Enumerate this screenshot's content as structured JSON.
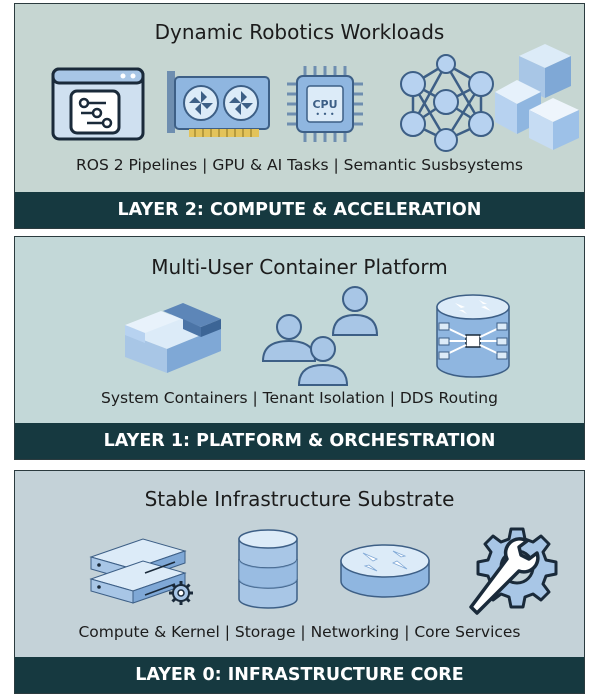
{
  "colors": {
    "layer2_bg": "#c6d6d2",
    "layer1_bg": "#c3d8d8",
    "layer0_bg": "#c4d2d8",
    "bar_bg": "#163940",
    "icon_blue": "#9cc0ea",
    "icon_outline": "#1a2a3a"
  },
  "layers": [
    {
      "title": "Dynamic Robotics Workloads",
      "subtitle": "ROS 2 Pipelines  |  GPU & AI Tasks  |  Semantic Susbsystems",
      "bar_label": "LAYER 2: COMPUTE & ACCELERATION",
      "icons": [
        "pipeline-window-icon",
        "gpu-card-icon",
        "cpu-chip-icon",
        "neural-network-icon",
        "cubes-icon"
      ],
      "cpu_label": "CPU"
    },
    {
      "title": "Multi-User Container Platform",
      "subtitle": "System Containers  |  Tenant Isolation  |  DDS Routing",
      "bar_label": "LAYER 1: PLATFORM & ORCHESTRATION",
      "icons": [
        "container-stack-icon",
        "users-icon",
        "router-switch-icon"
      ]
    },
    {
      "title": "Stable Infrastructure Substrate",
      "subtitle": "Compute & Kernel  |  Storage  |  Networking  |  Core Services",
      "bar_label": "LAYER 0: INFRASTRUCTURE CORE",
      "icons": [
        "server-icon",
        "database-icon",
        "router-icon",
        "gear-wrench-icon"
      ]
    }
  ]
}
